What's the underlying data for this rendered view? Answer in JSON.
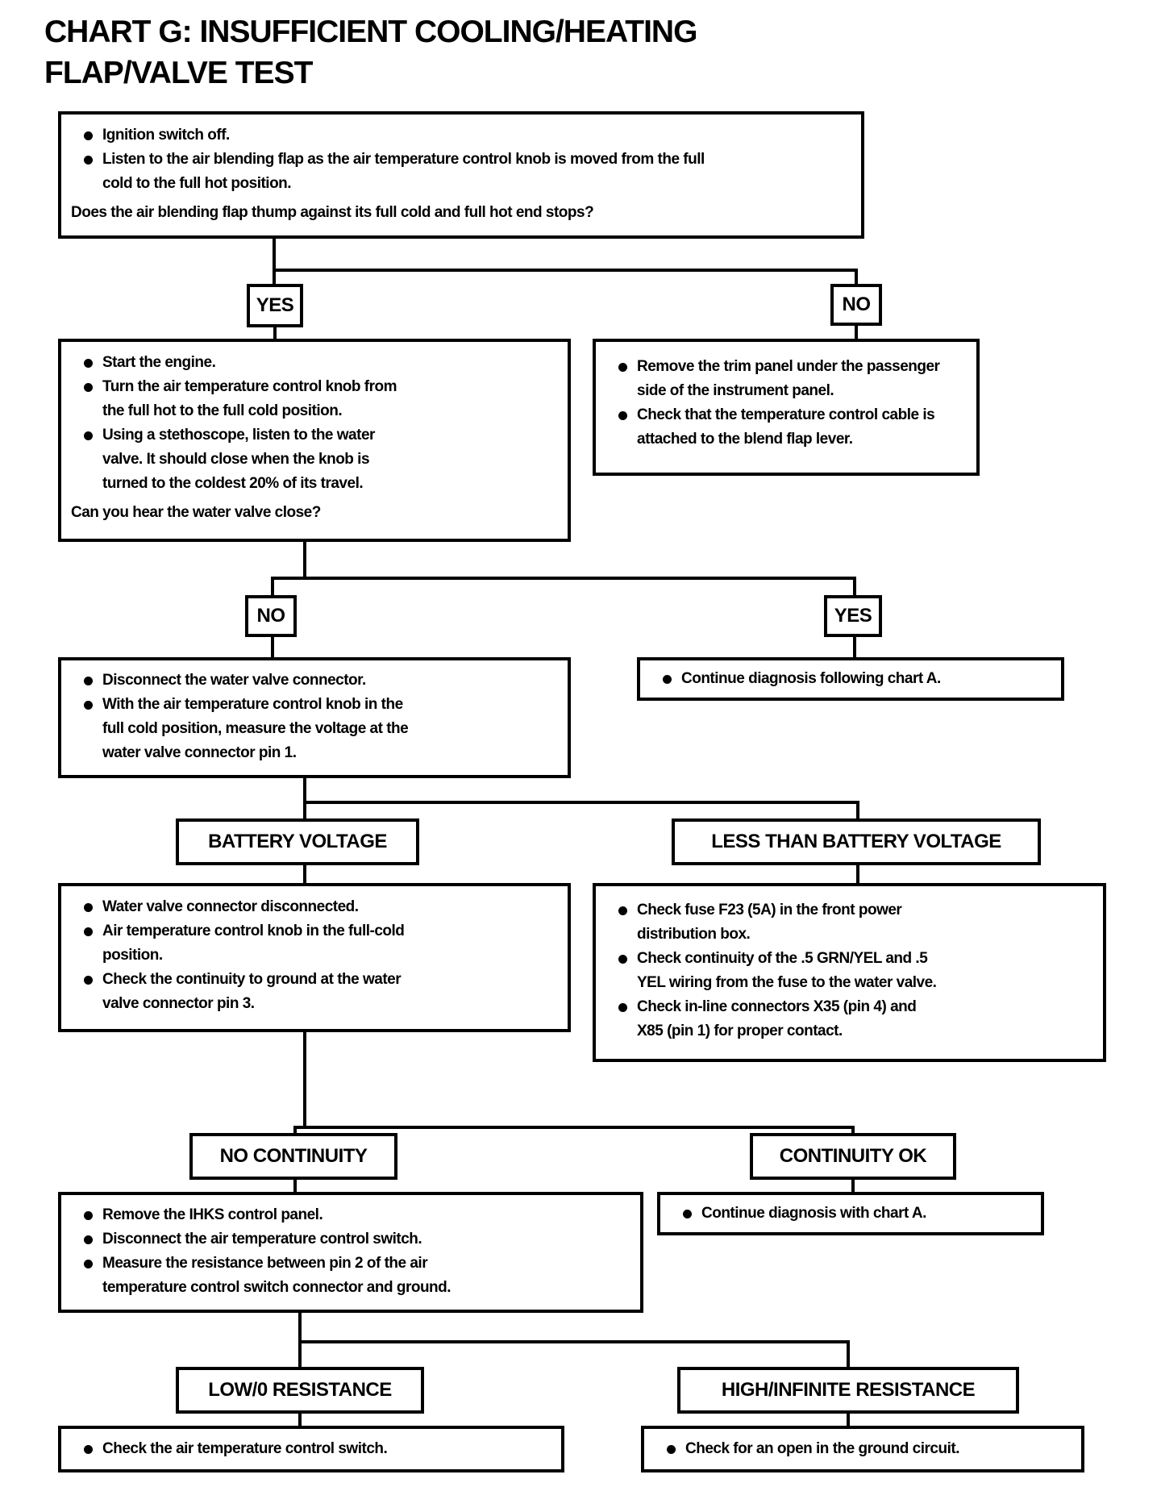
{
  "title": {
    "line1": "CHART G: INSUFFICIENT COOLING/HEATING",
    "line2": "FLAP/VALVE TEST"
  },
  "labels": {
    "yes1": "YES",
    "no1": "NO",
    "no2": "NO",
    "yes2": "YES",
    "battery": "BATTERY VOLTAGE",
    "less_battery": "LESS THAN BATTERY VOLTAGE",
    "no_continuity": "NO CONTINUITY",
    "continuity_ok": "CONTINUITY OK",
    "low_resistance": "LOW/0 RESISTANCE",
    "high_resistance": "HIGH/INFINITE RESISTANCE"
  },
  "boxes": {
    "start": {
      "bullets": [
        "Ignition switch off.",
        "Listen to the air blending flap as the air temperature control knob is moved from the full\ncold to the full hot position."
      ],
      "question": "Does the air blending flap thump against its full cold and full hot end stops?"
    },
    "yes1_actions": {
      "bullets": [
        "Start the engine.",
        "Turn the air temperature control knob from\nthe full hot to the full cold position.",
        "Using a stethoscope, listen to the water\nvalve. It should close when the knob is\nturned to the coldest 20% of its travel."
      ],
      "question": "Can you hear the water valve close?"
    },
    "no1_actions": {
      "bullets": [
        "Remove the trim panel under the passenger\nside of the instrument panel.",
        "Check that the temperature control cable is\nattached to the blend flap lever."
      ]
    },
    "no2_actions": {
      "bullets": [
        "Disconnect the water valve connector.",
        "With the air temperature control knob in the\nfull cold position, measure the voltage at the\nwater valve connector pin 1."
      ]
    },
    "yes2_actions": {
      "bullets": [
        "Continue diagnosis following chart A."
      ]
    },
    "battery_actions": {
      "bullets": [
        "Water valve connector disconnected.",
        "Air temperature control knob in the full-cold\nposition.",
        "Check the continuity to ground at the water\nvalve connector pin 3."
      ]
    },
    "less_battery_actions": {
      "bullets": [
        "Check fuse F23 (5A) in the front power\ndistribution box.",
        "Check continuity of the .5 GRN/YEL and .5\nYEL wiring from the fuse to the water valve.",
        "Check in-line connectors X35 (pin 4) and\nX85 (pin 1) for proper contact."
      ]
    },
    "no_continuity_actions": {
      "bullets": [
        "Remove the IHKS control panel.",
        "Disconnect the air temperature control switch.",
        "Measure the resistance between pin 2 of the air\ntemperature control switch connector and ground."
      ]
    },
    "continuity_ok_actions": {
      "bullets": [
        "Continue diagnosis with chart A."
      ]
    },
    "low_resistance_actions": {
      "bullets": [
        "Check the air temperature control switch."
      ]
    },
    "high_resistance_actions": {
      "bullets": [
        "Check for an open in the ground circuit."
      ]
    }
  },
  "colors": {
    "ink": "#000000",
    "paper": "#ffffff"
  }
}
